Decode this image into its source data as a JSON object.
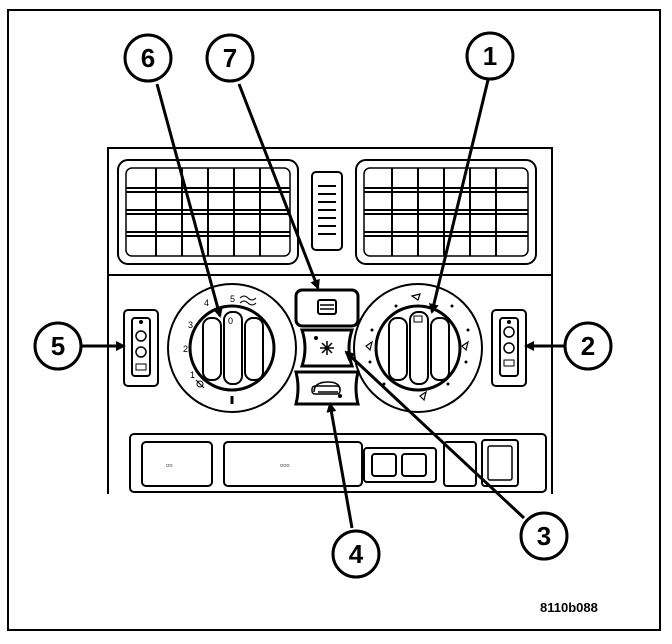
{
  "diagram": {
    "reference_code": "8110b088",
    "callouts": [
      {
        "id": "1",
        "label": "1"
      },
      {
        "id": "2",
        "label": "2"
      },
      {
        "id": "3",
        "label": "3"
      },
      {
        "id": "4",
        "label": "4"
      },
      {
        "id": "5",
        "label": "5"
      },
      {
        "id": "6",
        "label": "6"
      },
      {
        "id": "7",
        "label": "7"
      }
    ],
    "left_knob_scale": [
      "0",
      "1",
      "2",
      "3",
      "4",
      "5"
    ],
    "button_glyph": "▫▫",
    "button_glyph_3": "▫▫▫"
  }
}
